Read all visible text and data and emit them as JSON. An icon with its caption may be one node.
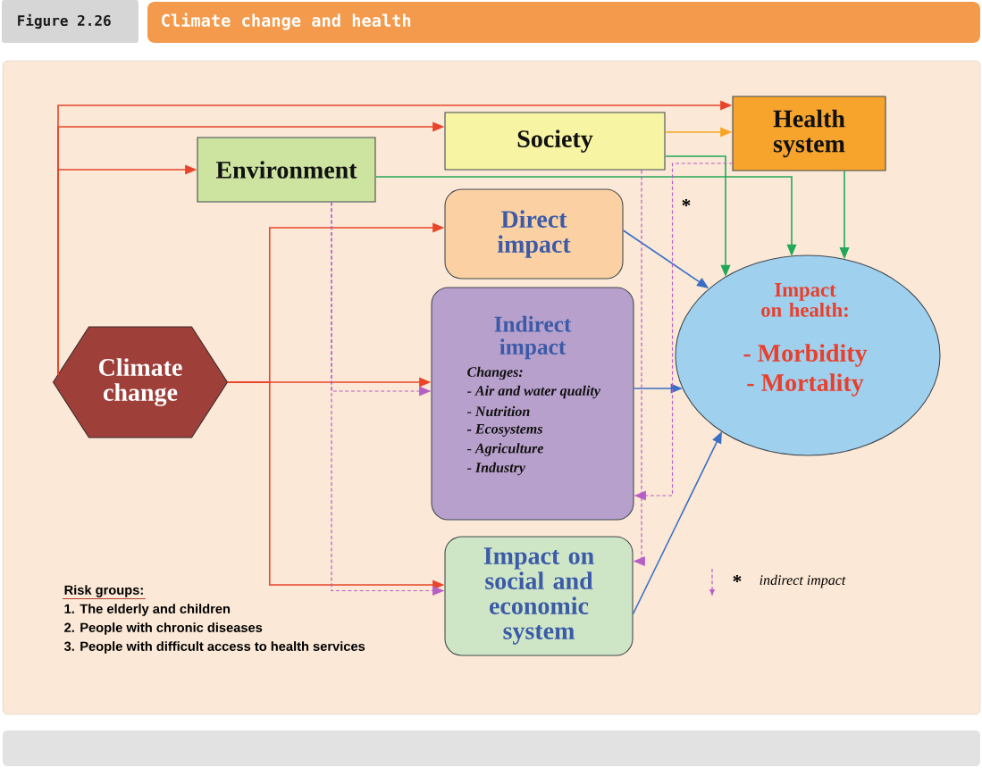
{
  "diagram": {
    "title": "Climate change and health",
    "nodes": [
      {
        "text": [
          "Climate change"
        ]
      },
      {
        "text": [
          "Environment"
        ]
      },
      {
        "text": [
          "Society"
        ]
      },
      {
        "text": [
          "Health system"
        ]
      },
      {
        "text": [
          "Direct impact"
        ]
      },
      {
        "text": [
          "Indirect impact",
          "Changes:",
          "- Air and water quality",
          "- Nutrition",
          "- Ecosystems",
          "- Agriculture",
          "- Industry"
        ]
      },
      {
        "text": [
          "Impact on social and economic system"
        ]
      },
      {
        "text": [
          "Impact on health:",
          "- Morbidity",
          "- Mortality"
        ]
      }
    ],
    "edges": [
      {
        "from": 0,
        "to": 3,
        "arrow": "to"
      },
      {
        "from": 0,
        "to": 2,
        "arrow": "to"
      },
      {
        "from": 0,
        "to": 1,
        "arrow": "to"
      },
      {
        "from": 0,
        "to": 4,
        "arrow": "to"
      },
      {
        "from": 0,
        "to": 5,
        "arrow": "to"
      },
      {
        "from": 0,
        "to": 6,
        "arrow": "to"
      },
      {
        "from": 2,
        "to": 3,
        "arrow": "to",
        "color": "#f5a623"
      },
      {
        "from": 2,
        "to": 7,
        "arrow": "to",
        "color": "#22a85a"
      },
      {
        "from": 1,
        "to": 7,
        "arrow": "to",
        "color": "#22a85a"
      },
      {
        "from": 3,
        "to": 7,
        "arrow": "to",
        "color": "#22a85a"
      },
      {
        "from": 4,
        "to": 7,
        "arrow": "to",
        "color": "#3a6fc4"
      },
      {
        "from": 5,
        "to": 7,
        "arrow": "to",
        "color": "#3a6fc4"
      },
      {
        "from": 6,
        "to": 7,
        "arrow": "to",
        "color": "#3a6fc4"
      },
      {
        "from": 1,
        "to": 5,
        "arrow": "to",
        "style": "dashed",
        "color": "#b65fc4"
      },
      {
        "from": 1,
        "to": 6,
        "arrow": "to",
        "style": "dashed",
        "color": "#b65fc4"
      },
      {
        "from": 2,
        "to": 6,
        "arrow": "to",
        "style": "dashed",
        "color": "#b65fc4"
      },
      {
        "from": 3,
        "to": 5,
        "arrow": "to",
        "style": "dashed",
        "color": "#b65fc4"
      }
    ],
    "labels": [
      "Figure 2.26",
      "*",
      "Risk groups:",
      "1. The elderly and children",
      "2. People with chronic diseases",
      "3. People with difficult access to health services",
      "*"
    ],
    "legend": [
      {
        "text": "indirect impact"
      }
    ]
  }
}
